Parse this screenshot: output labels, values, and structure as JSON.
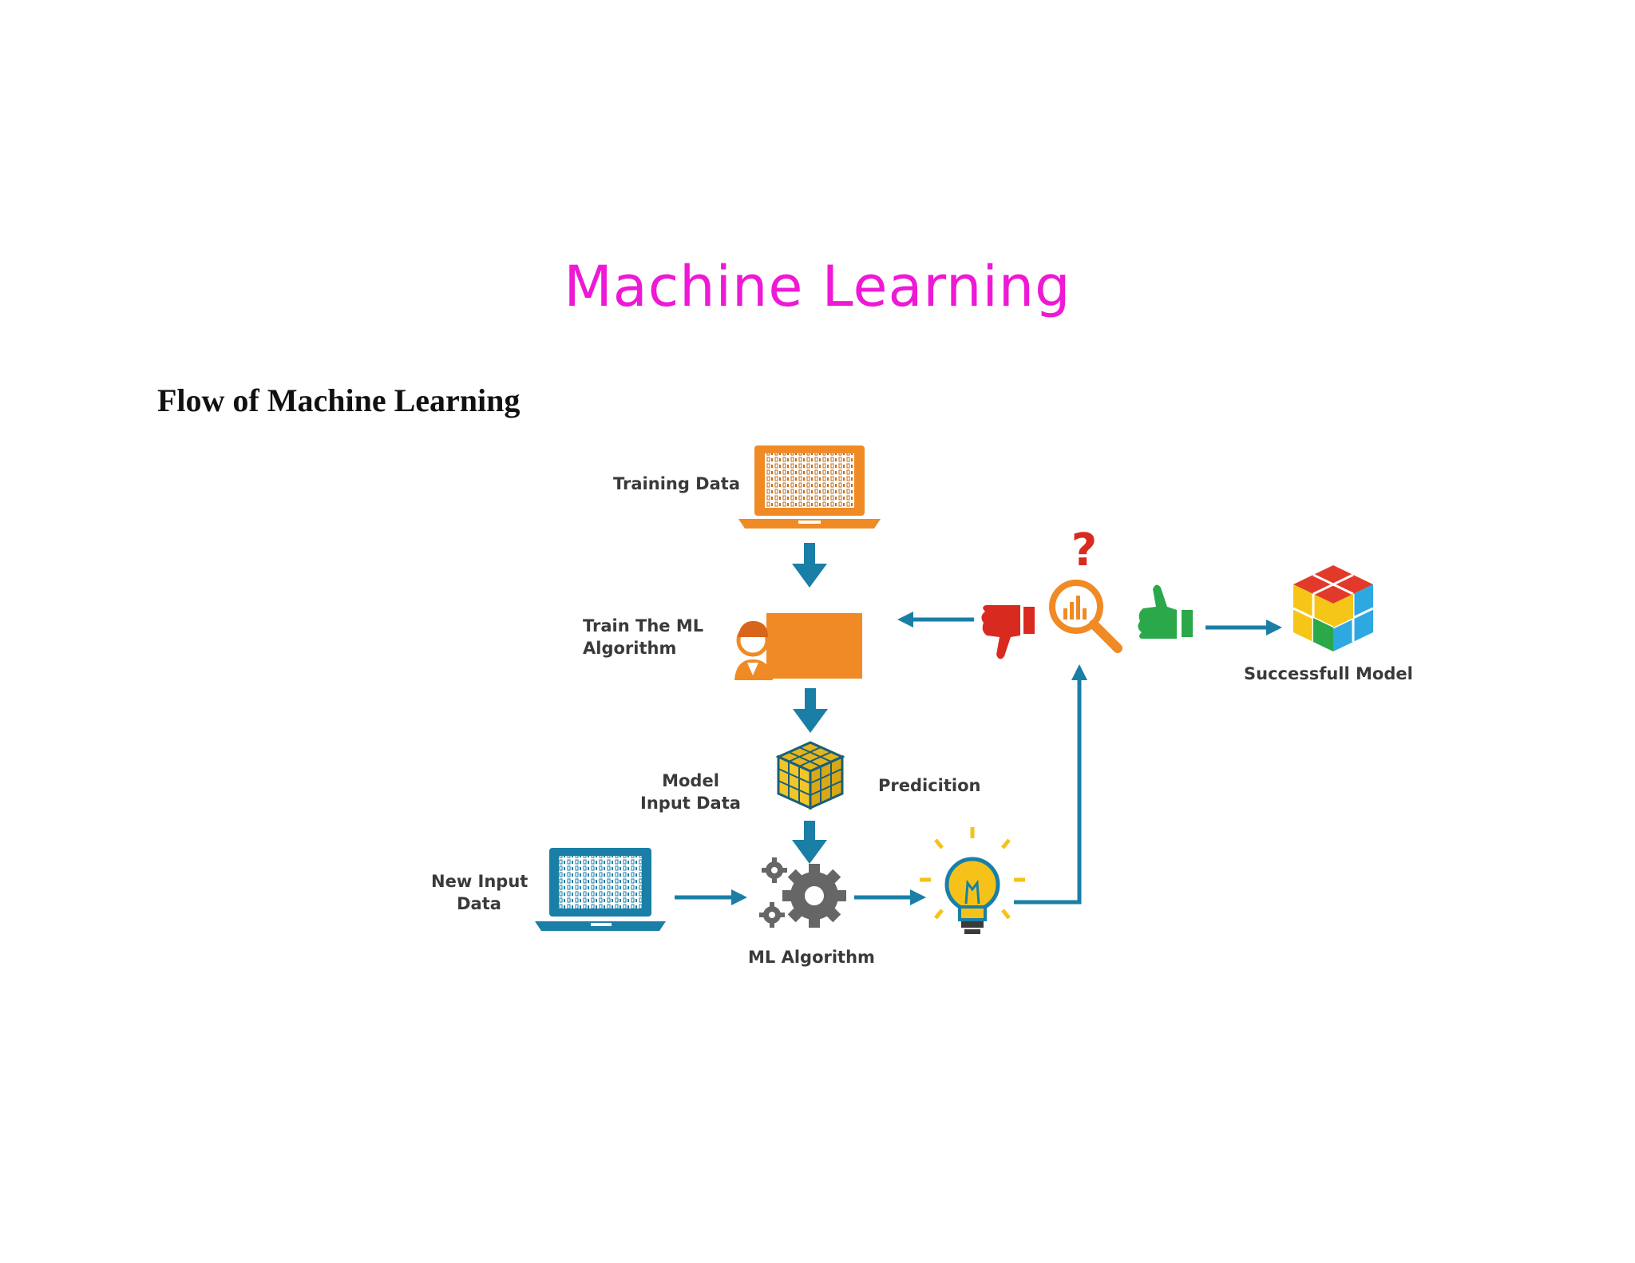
{
  "page": {
    "title": "Machine Learning",
    "section_heading": "Flow of Machine Learning"
  },
  "diagram": {
    "colors": {
      "orange": "#f08a24",
      "blue": "#1a7fa6",
      "red": "#d92a1f",
      "green": "#2aa84a",
      "yellow": "#f5c518",
      "gray": "#555555"
    },
    "nodes": {
      "training_data": {
        "label": "Training Data",
        "icon": "laptop-icon"
      },
      "train_algorithm": {
        "label_line1": "Train The  ML",
        "label_line2": "Algorithm",
        "icon": "trainer-board-icon"
      },
      "model_input": {
        "label_line1": "Model",
        "label_line2": "Input Data",
        "icon": "cube-grid-icon"
      },
      "new_input": {
        "label_line1": "New Input",
        "label_line2": "Data",
        "icon": "laptop-icon"
      },
      "ml_algorithm": {
        "label": "ML  Algorithm",
        "icon": "gears-icon"
      },
      "prediction": {
        "label": "Predicition",
        "icon": "lightbulb-icon"
      },
      "evaluation": {
        "icon": "magnifier-question-icon"
      },
      "reject": {
        "icon": "thumbs-down-icon"
      },
      "accept": {
        "icon": "thumbs-up-icon"
      },
      "successful_model": {
        "label": "Successfull Model",
        "icon": "colored-cube-icon"
      }
    }
  }
}
